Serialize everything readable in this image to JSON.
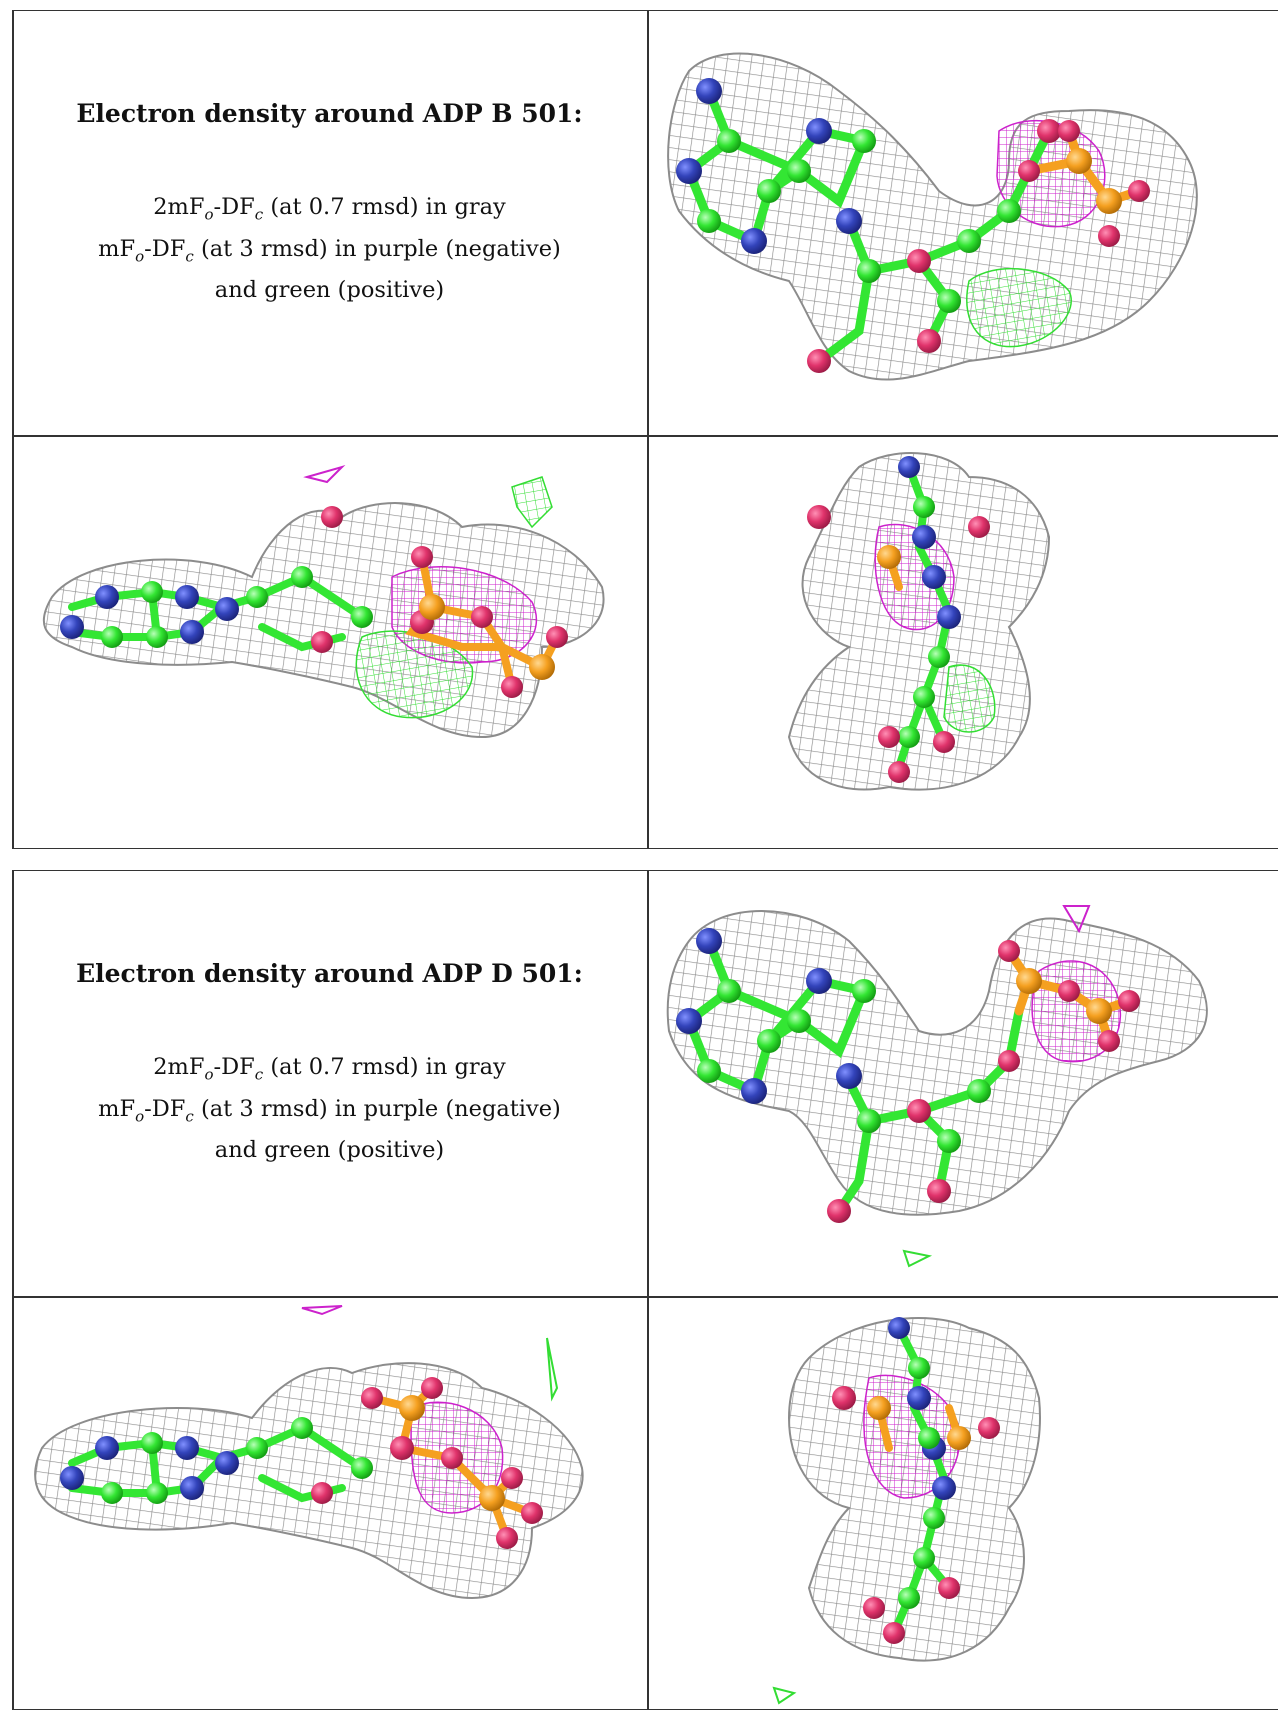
{
  "panels": [
    {
      "heading": "Electron density around ADP B 501:",
      "line1": {
        "lead": "2mF",
        "o": "o",
        "mid": "-DF",
        "c": "c",
        "tail": " (at 0.7 rmsd) in gray"
      },
      "line2": {
        "lead": "mF",
        "o": "o",
        "mid": "-DF",
        "c": "c",
        "tail": " (at 3 rmsd) in purple (negative)"
      },
      "line3": "and green (positive)"
    },
    {
      "heading": "Electron density around ADP D 501:",
      "line1": {
        "lead": "2mF",
        "o": "o",
        "mid": "-DF",
        "c": "c",
        "tail": " (at 0.7 rmsd) in gray"
      },
      "line2": {
        "lead": "mF",
        "o": "o",
        "mid": "-DF",
        "c": "c",
        "tail": " (at 3 rmsd) in purple (negative)"
      },
      "line3": "and green (positive)"
    }
  ],
  "colors": {
    "mesh_gray": "#8c8c8c",
    "carbon_green": "#33e633",
    "nitrogen_blue": "#3344bb",
    "oxygen_red": "#e0336b",
    "phosphorus_orange": "#f5a020",
    "density_negative_purple": "#cc22cc",
    "density_positive_green": "#33dd33"
  },
  "views": [
    "front",
    "side",
    "top"
  ]
}
